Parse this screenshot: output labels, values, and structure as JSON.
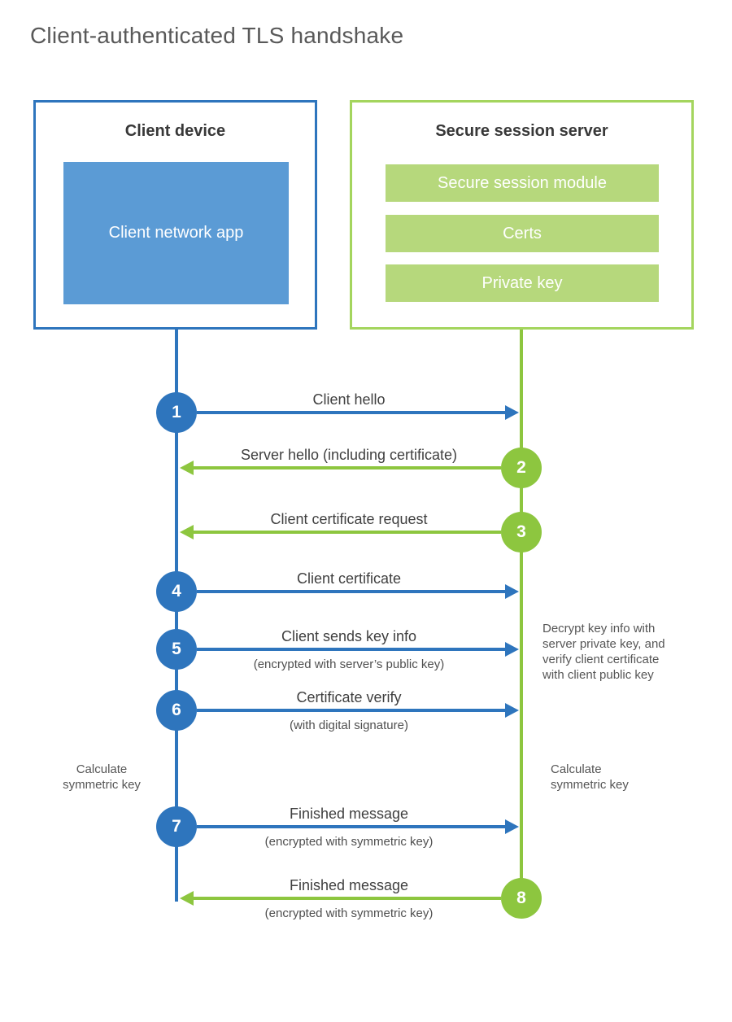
{
  "title": "Client-authenticated TLS handshake",
  "client": {
    "title": "Client device",
    "app_label": "Client network app"
  },
  "server": {
    "title": "Secure session server",
    "modules": [
      "Secure session module",
      "Certs",
      "Private key"
    ]
  },
  "messages": [
    {
      "num": "1",
      "direction": "client-to-server",
      "label": "Client hello",
      "sublabel": ""
    },
    {
      "num": "2",
      "direction": "server-to-client",
      "label": "Server hello (including certificate)",
      "sublabel": ""
    },
    {
      "num": "3",
      "direction": "server-to-client",
      "label": "Client certificate request",
      "sublabel": ""
    },
    {
      "num": "4",
      "direction": "client-to-server",
      "label": "Client certificate",
      "sublabel": ""
    },
    {
      "num": "5",
      "direction": "client-to-server",
      "label": "Client sends key info",
      "sublabel": "(encrypted with server’s public key)"
    },
    {
      "num": "6",
      "direction": "client-to-server",
      "label": "Certificate verify",
      "sublabel": "(with digital signature)"
    },
    {
      "num": "7",
      "direction": "client-to-server",
      "label": "Finished message",
      "sublabel": "(encrypted with symmetric key)"
    },
    {
      "num": "8",
      "direction": "server-to-client",
      "label": "Finished message",
      "sublabel": "(encrypted with symmetric key)"
    }
  ],
  "notes": {
    "decrypt": "Decrypt key info with server private key, and verify client certificate with client public key",
    "calculate_left": "Calculate symmetric key",
    "calculate_right": "Calculate symmetric key"
  },
  "colors": {
    "blue": "#2e75bd",
    "blue_fill": "#5b9bd5",
    "green": "#8dc63f",
    "green_border": "#a4d55e",
    "green_fill": "#b6d87c",
    "title_text": "#595959",
    "label_text": "#404040"
  }
}
